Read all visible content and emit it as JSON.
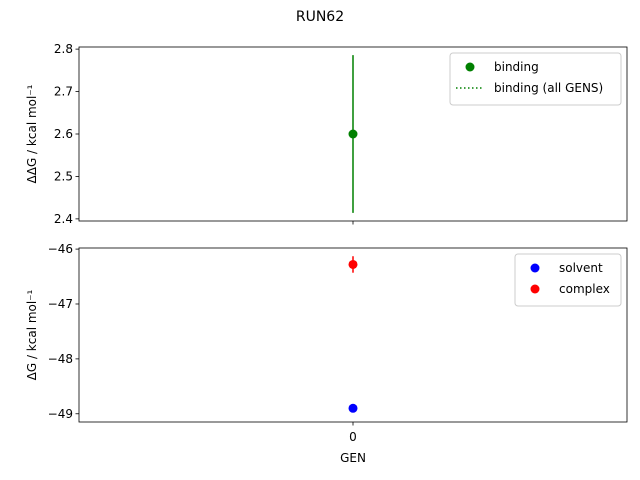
{
  "title": "RUN62",
  "chart_data": [
    {
      "type": "scatter",
      "panel": "top",
      "ylabel": "ΔΔG / kcal mol⁻¹",
      "xlabel": "",
      "ylim": [
        2.395,
        2.805
      ],
      "yticks": [
        2.4,
        2.5,
        2.6,
        2.7,
        2.8
      ],
      "xlim": [
        -1,
        1
      ],
      "show_x_ticklabels": false,
      "legend_position": "top-right",
      "legend": [
        {
          "label": "binding",
          "kind": "marker",
          "color": "#008000"
        },
        {
          "label": "binding (all GENS)",
          "kind": "dotted-line",
          "color": "#008000"
        }
      ],
      "series": [
        {
          "name": "binding",
          "color": "#008000",
          "x": [
            0
          ],
          "y": [
            2.6
          ],
          "yerr": [
            0.186
          ]
        }
      ]
    },
    {
      "type": "scatter",
      "panel": "bottom",
      "ylabel": "ΔG / kcal mol⁻¹",
      "xlabel": "GEN",
      "ylim": [
        -49.15,
        -45.98
      ],
      "yticks": [
        -49,
        -48,
        -47,
        -46
      ],
      "xlim": [
        -1,
        1
      ],
      "xticks": [
        0
      ],
      "legend_position": "top-right",
      "legend": [
        {
          "label": "solvent",
          "kind": "marker",
          "color": "#0000ff"
        },
        {
          "label": "complex",
          "kind": "marker",
          "color": "#ff0000"
        }
      ],
      "series": [
        {
          "name": "solvent",
          "color": "#0000ff",
          "x": [
            0
          ],
          "y": [
            -48.9
          ],
          "yerr": [
            0.06
          ]
        },
        {
          "name": "complex",
          "color": "#ff0000",
          "x": [
            0
          ],
          "y": [
            -46.28
          ],
          "yerr": [
            0.15
          ]
        }
      ]
    }
  ]
}
